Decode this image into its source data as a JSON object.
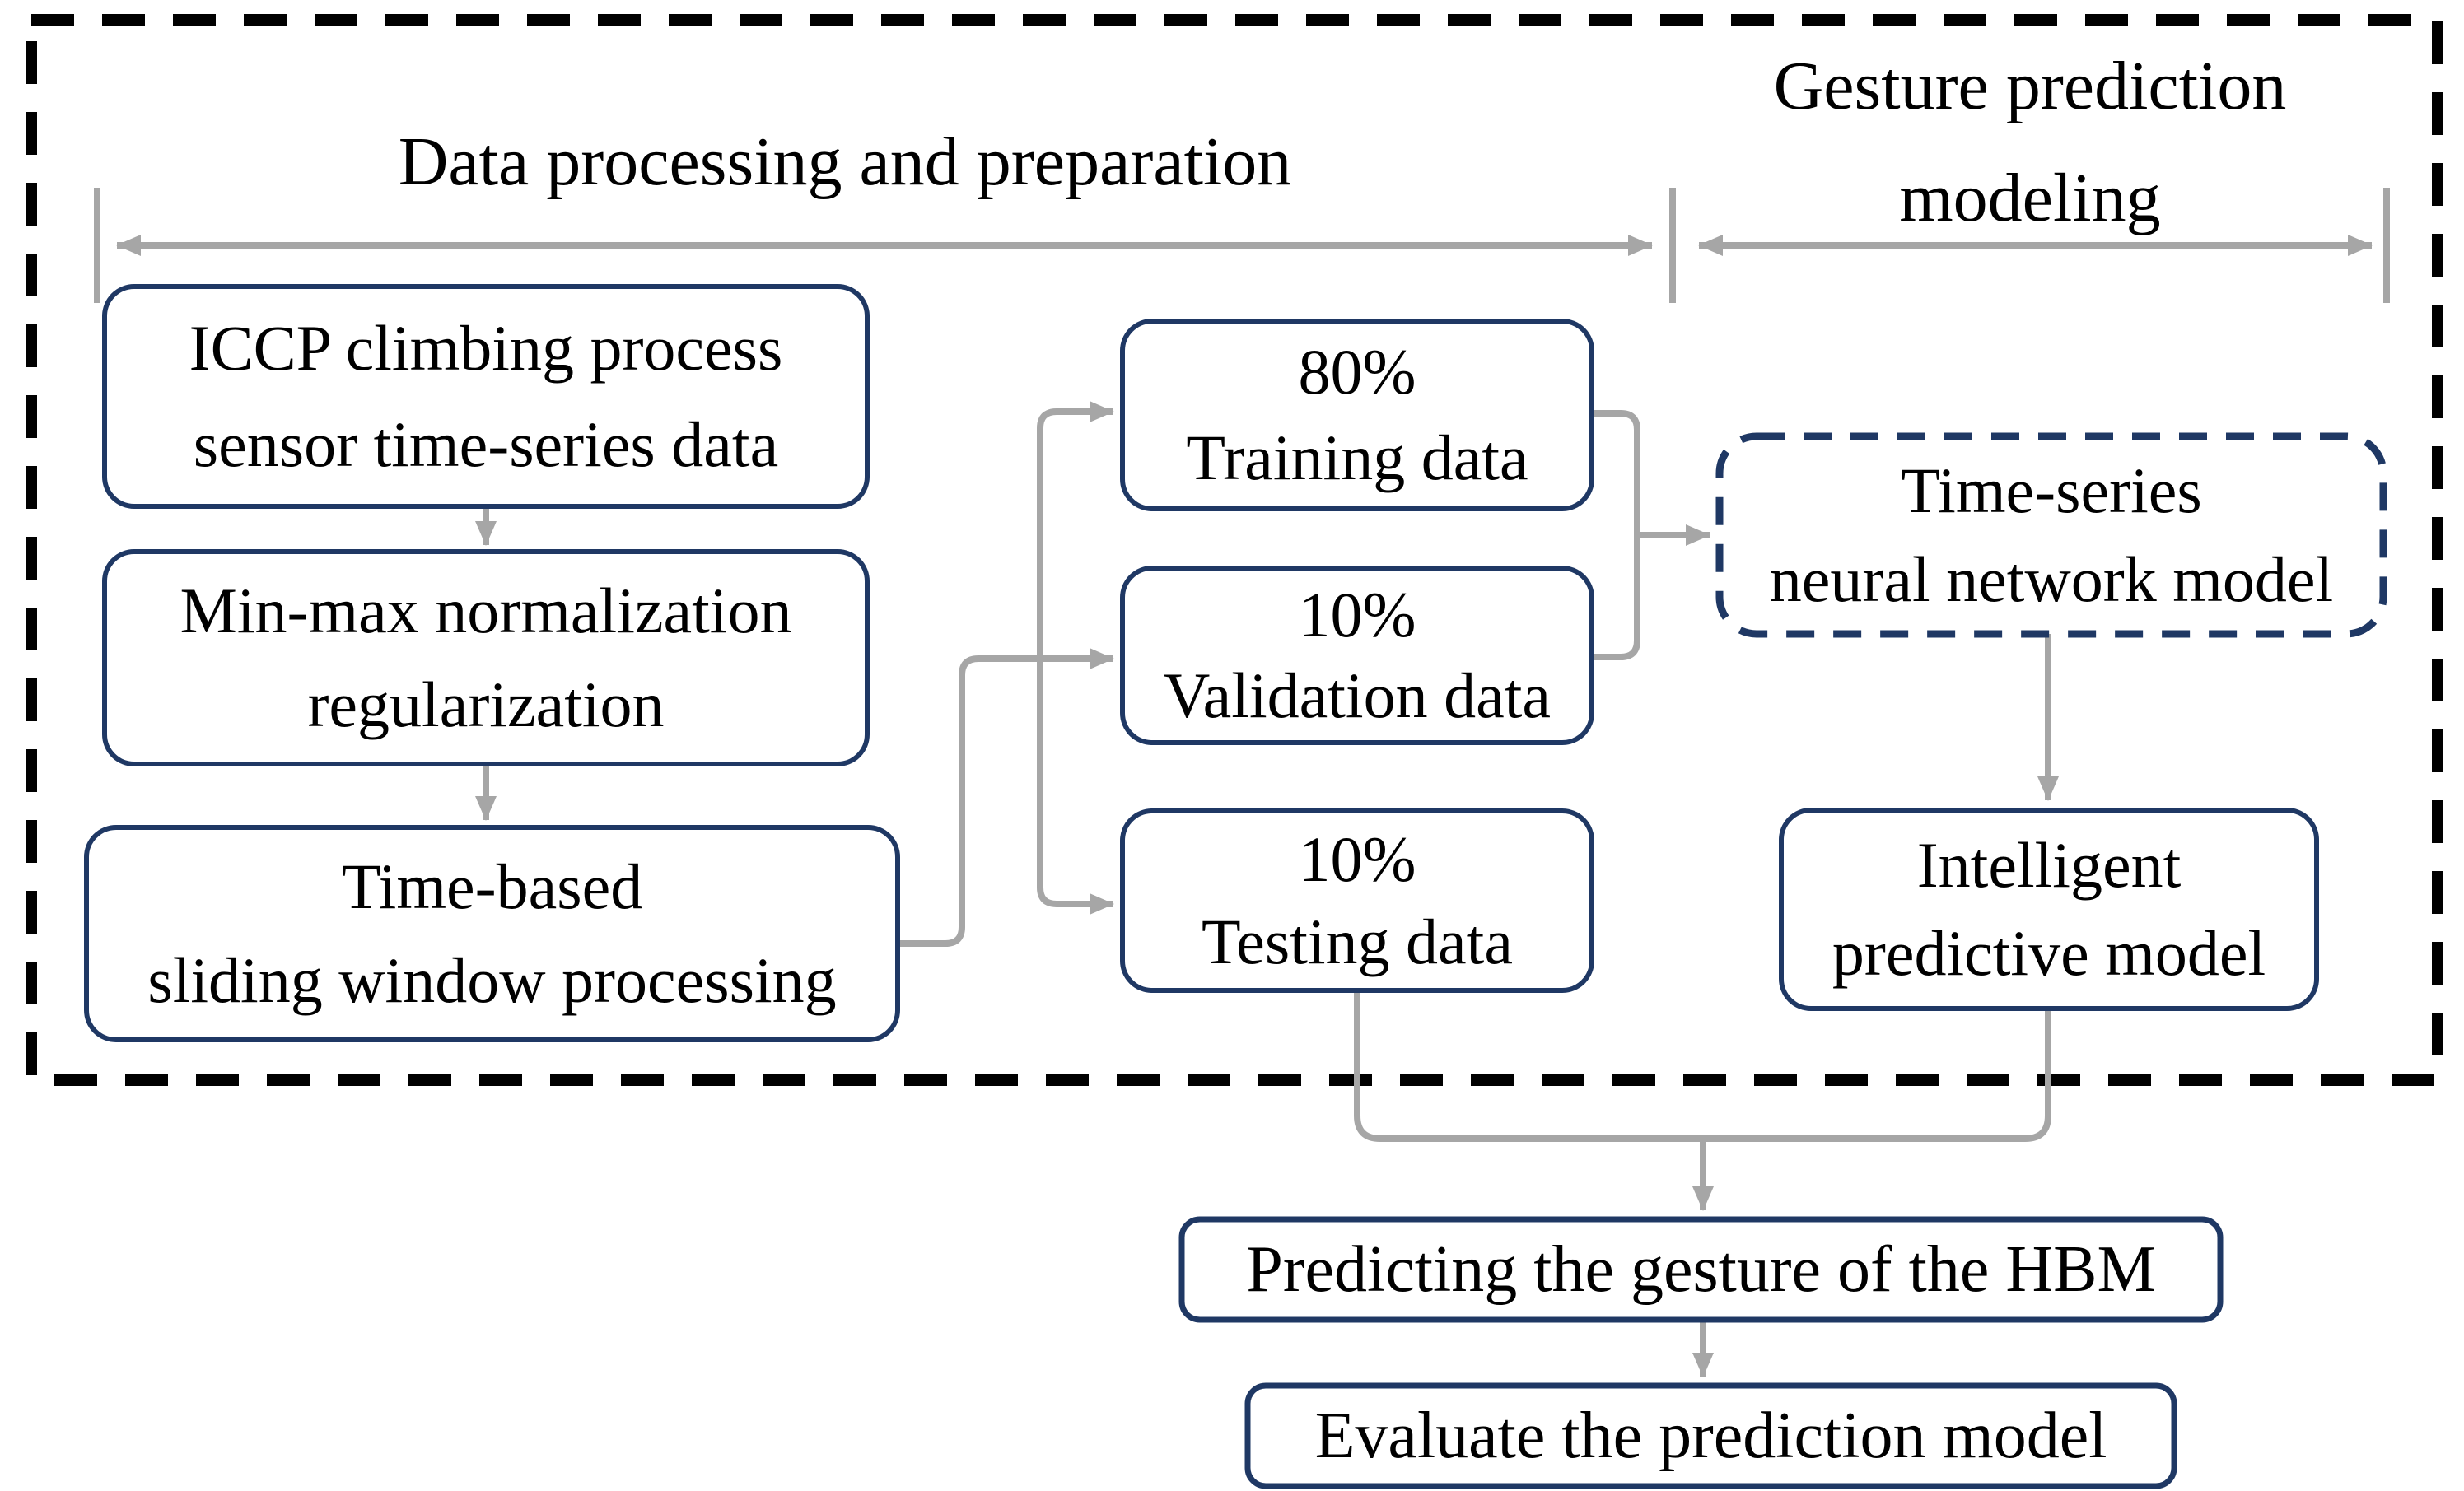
{
  "headers": {
    "left": "Data processing and preparation",
    "right_line1": "Gesture prediction",
    "right_line2": "modeling"
  },
  "boxes": {
    "iccp": {
      "line1": "ICCP climbing process",
      "line2": "sensor time-series data"
    },
    "minmax": {
      "line1": "Min-max normalization",
      "line2": "regularization"
    },
    "sliding": {
      "line1": "Time-based",
      "line2": "sliding window processing"
    },
    "training": {
      "percent": "80%",
      "label": "Training data"
    },
    "validation": {
      "percent": "10%",
      "label": "Validation data"
    },
    "testing": {
      "percent": "10%",
      "label": "Testing data"
    },
    "nn_model": {
      "line1": "Time-series",
      "line2": "neural network model"
    },
    "intelligent": {
      "line1": "Intelligent",
      "line2": "predictive model"
    },
    "predicting": {
      "label": "Predicting the gesture of the HBM"
    },
    "evaluate": {
      "label": "Evaluate the prediction model"
    }
  },
  "colors": {
    "box_border": "#1F3864",
    "connector_gray": "#A6A6A6",
    "frame_dash": "#000000",
    "text": "#000000",
    "background": "#FFFFFF"
  }
}
